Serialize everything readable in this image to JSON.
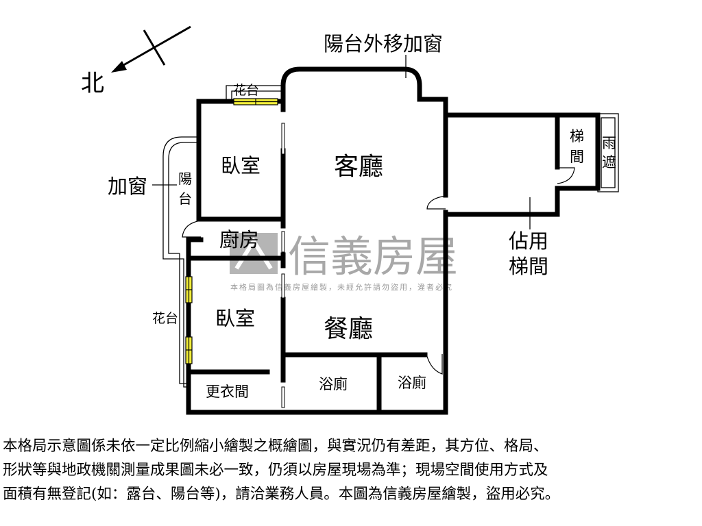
{
  "plan": {
    "north": "北",
    "rooms": {
      "living_room": "客廳",
      "dining_room": "餐廳",
      "bedroom_1": "臥室",
      "bedroom_2": "臥室",
      "kitchen": "廚房",
      "closet": "更衣間",
      "bathroom_1": "浴廁",
      "bathroom_2": "浴廁",
      "stairwell_line1": "梯",
      "stairwell_line2": "間",
      "rain_shelter_line1": "雨",
      "rain_shelter_line2": "遮",
      "balcony_line1": "陽",
      "balcony_line2": "台",
      "planter_top": "花台",
      "planter_side": "花台"
    },
    "annotations": {
      "balcony_extension": "陽台外移加窗",
      "added_window": "加窗",
      "occupied_stair_line1": "佔用",
      "occupied_stair_line2": "梯間"
    }
  },
  "watermark": {
    "brand": "信義房屋",
    "notice": "本格局圖為信義房屋繪製，未經允許請勿盜用，違者必究"
  },
  "disclaimer": [
    "本格局示意圖係未依一定比例縮小繪製之概繪圖，與實況仍有差距，其方位、格局、",
    "形狀等與地政機關測量成果圖未必一致，仍須以房屋現場為準；現場空間使用方式及",
    "面積有無登記(如：露台、陽台等)，請洽業務人員。本圖為信義房屋繪製，盜用必究。"
  ],
  "colors": {
    "wall": "#000000",
    "window": "#f2ee3a",
    "watermark": "#a8a8a8"
  }
}
